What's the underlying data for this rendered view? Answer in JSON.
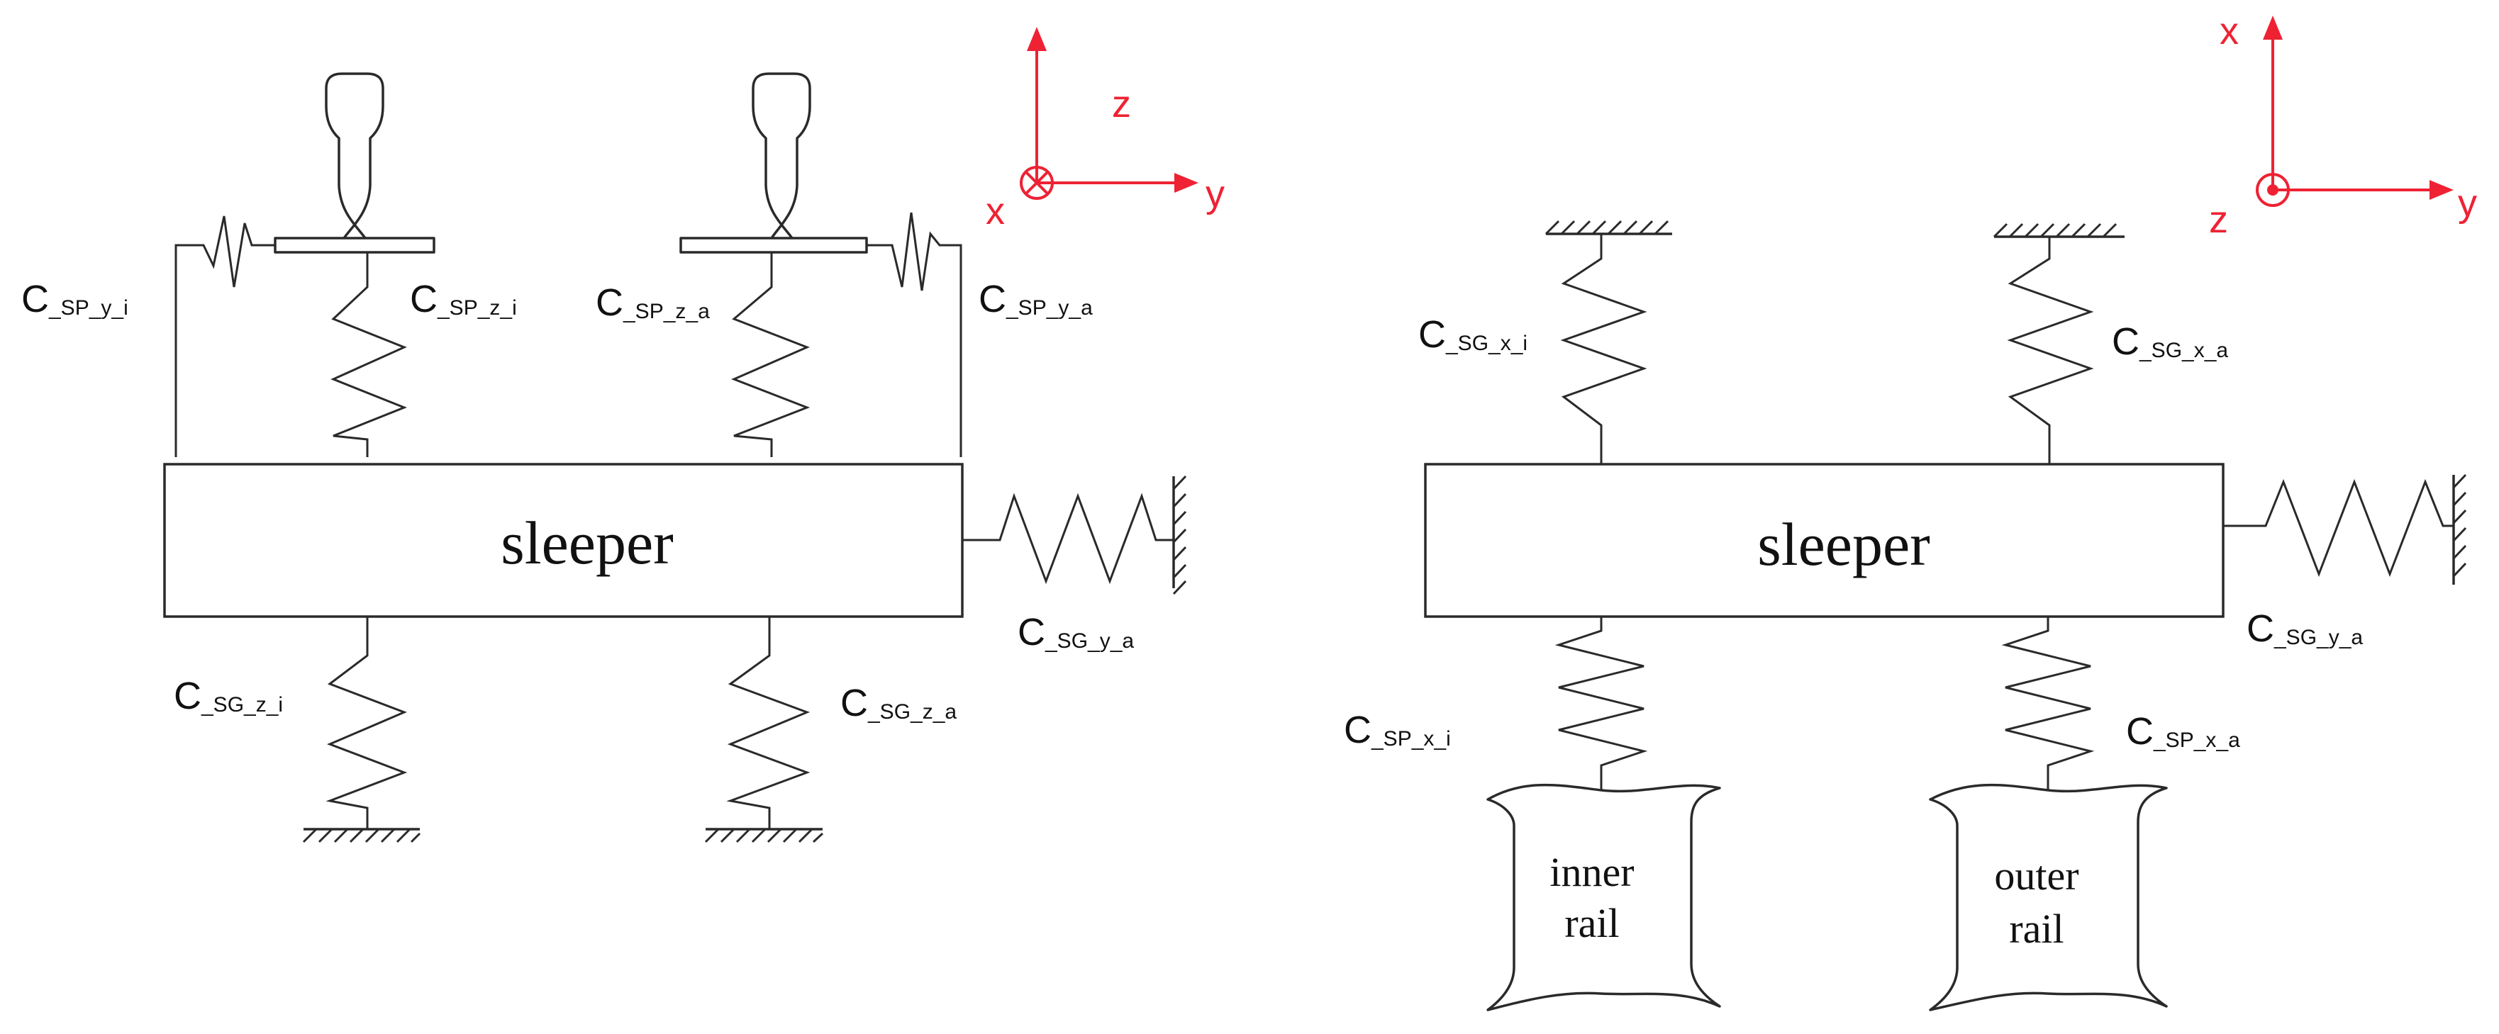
{
  "left": {
    "sleeper_label": "sleeper",
    "axes": {
      "up": "z",
      "right": "y",
      "out": "x"
    },
    "labels": {
      "sp_y_i": {
        "main": "C",
        "sub": "_SP_y_i"
      },
      "sp_z_i": {
        "main": "C",
        "sub": "_SP_z_i"
      },
      "sp_z_a": {
        "main": "C",
        "sub": "_SP_z_a"
      },
      "sp_y_a": {
        "main": "C",
        "sub": "_SP_y_a"
      },
      "sg_y_a": {
        "main": "C",
        "sub": "_SG_y_a"
      },
      "sg_z_i": {
        "main": "C",
        "sub": "_SG_z_i"
      },
      "sg_z_a": {
        "main": "C",
        "sub": "_SG_z_a"
      }
    }
  },
  "right": {
    "sleeper_label": "sleeper",
    "axes": {
      "up": "x",
      "right": "y",
      "out": "z"
    },
    "inner_rail": {
      "line1": "inner",
      "line2": "rail"
    },
    "outer_rail": {
      "line1": "outer",
      "line2": "rail"
    },
    "labels": {
      "sg_x_i": {
        "main": "C",
        "sub": "_SG_x_i"
      },
      "sg_x_a": {
        "main": "C",
        "sub": "_SG_x_a"
      },
      "sg_y_a": {
        "main": "C",
        "sub": "_SG_y_a"
      },
      "sp_x_i": {
        "main": "C",
        "sub": "_SP_x_i"
      },
      "sp_x_a": {
        "main": "C",
        "sub": "_SP_x_a"
      }
    }
  },
  "colors": {
    "axis": "#ee2233",
    "line": "#2a2a2a"
  }
}
